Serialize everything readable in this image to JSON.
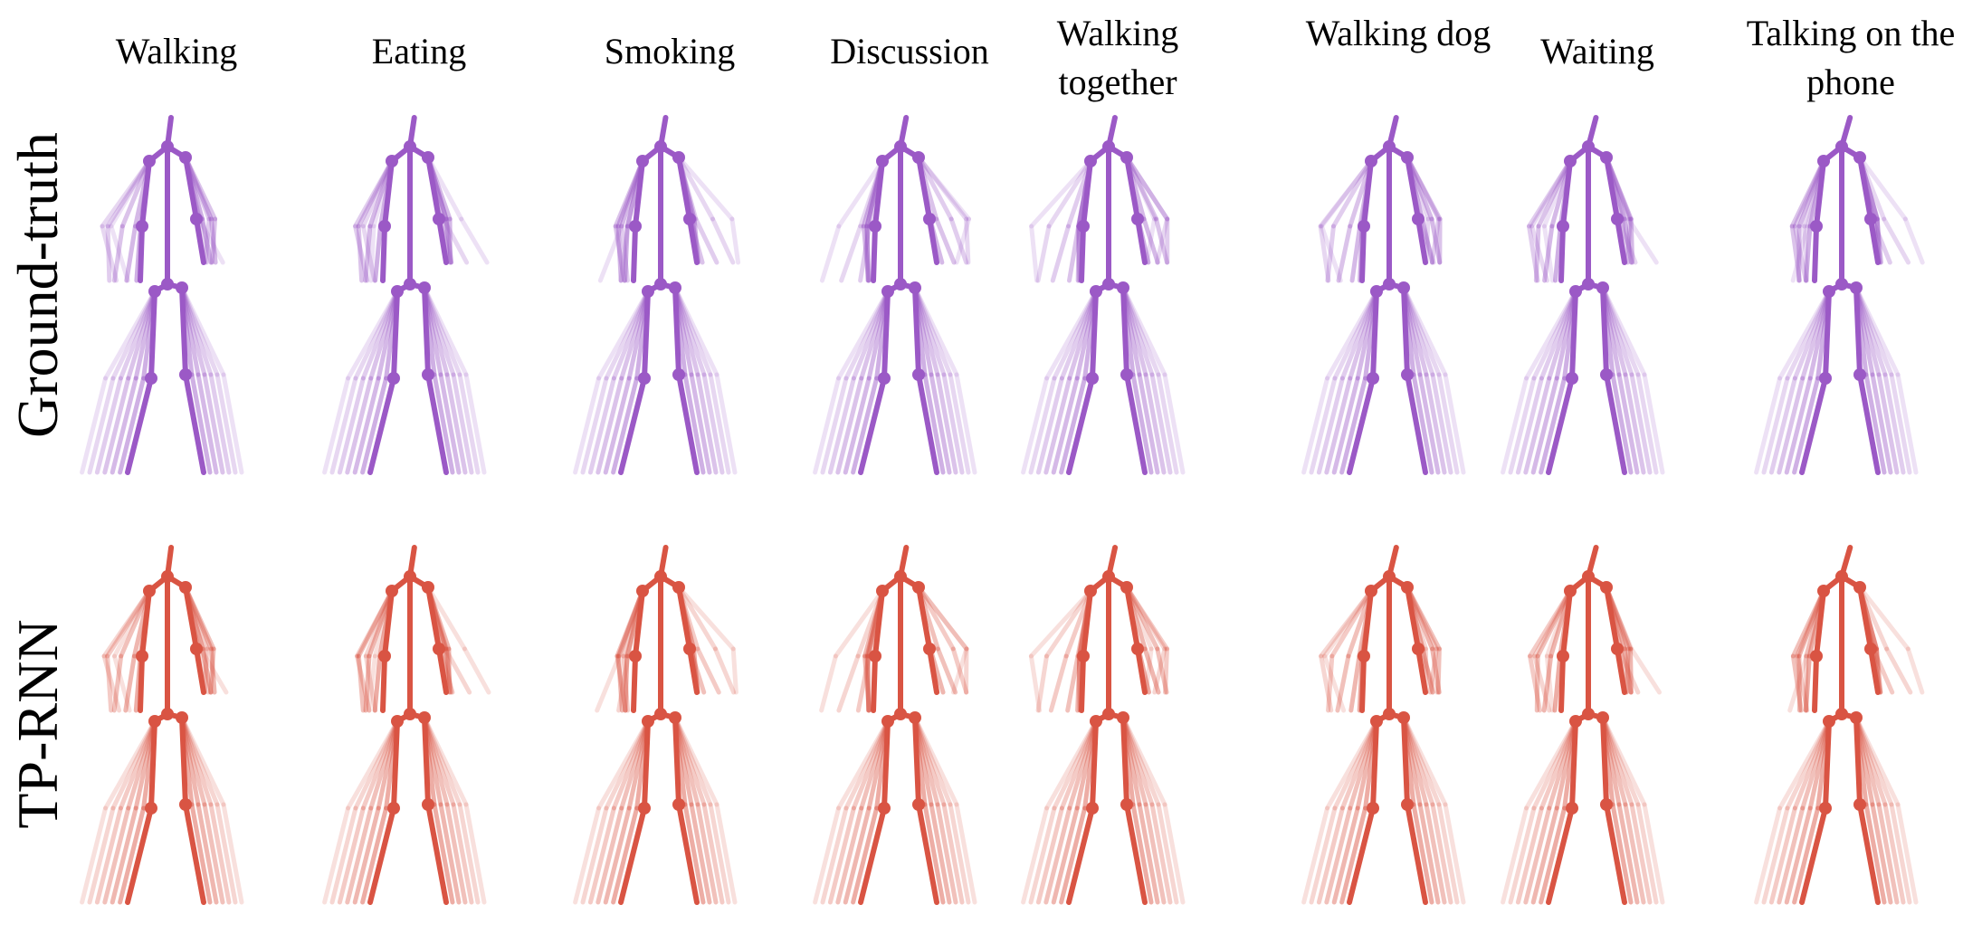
{
  "figure": {
    "columns": [
      "Walking",
      "Eating",
      "Smoking",
      "Discussion",
      "Walking together",
      "Walking dog",
      "Waiting",
      "Talking on the phone"
    ],
    "rows": [
      "Ground-truth",
      "TP-RNN"
    ],
    "colors": {
      "ground_truth": "#9b59c6",
      "prediction": "#d95443"
    }
  }
}
